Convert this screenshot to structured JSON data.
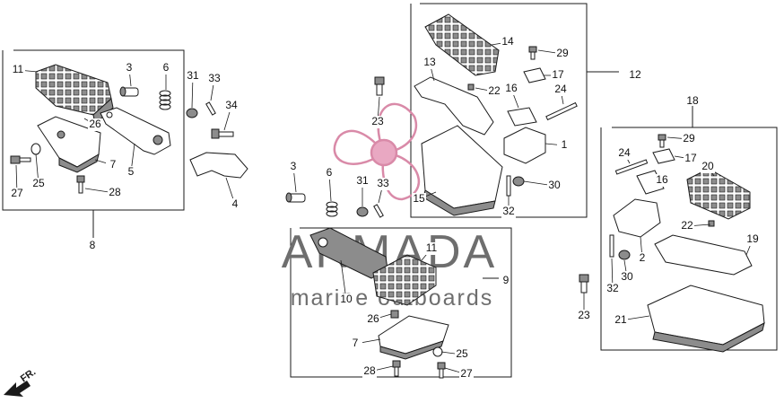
{
  "colors": {
    "line": "#1a1a1a",
    "part_fill": "#ffffff",
    "part_shade": "#8c8c8c",
    "watermark_text": "#6e6e6e",
    "watermark_logo": "#d98aa8"
  },
  "watermark": {
    "brand": "ARMADA",
    "tagline": "marine outboards"
  },
  "direction_label": "FR.",
  "groups": [
    {
      "id": "g-left",
      "label": "8",
      "callouts": [
        {
          "label": "11"
        },
        {
          "label": "3"
        },
        {
          "label": "6"
        },
        {
          "label": "31"
        },
        {
          "label": "33"
        },
        {
          "label": "34"
        },
        {
          "label": "26"
        },
        {
          "label": "5"
        },
        {
          "label": "7"
        },
        {
          "label": "4"
        },
        {
          "label": "27"
        },
        {
          "label": "25"
        },
        {
          "label": "28"
        }
      ]
    },
    {
      "id": "g-center",
      "label": "9",
      "callouts": [
        {
          "label": "3"
        },
        {
          "label": "6"
        },
        {
          "label": "31"
        },
        {
          "label": "33"
        },
        {
          "label": "11"
        },
        {
          "label": "10"
        },
        {
          "label": "26"
        },
        {
          "label": "7"
        },
        {
          "label": "25"
        },
        {
          "label": "28"
        },
        {
          "label": "27"
        }
      ]
    },
    {
      "id": "g-top-right",
      "label": "12",
      "callouts": [
        {
          "label": "14"
        },
        {
          "label": "29"
        },
        {
          "label": "13"
        },
        {
          "label": "17"
        },
        {
          "label": "22"
        },
        {
          "label": "16"
        },
        {
          "label": "24"
        },
        {
          "label": "23"
        },
        {
          "label": "1"
        },
        {
          "label": "30"
        },
        {
          "label": "15"
        },
        {
          "label": "32"
        }
      ]
    },
    {
      "id": "g-right",
      "label": "18",
      "callouts": [
        {
          "label": "29"
        },
        {
          "label": "24"
        },
        {
          "label": "17"
        },
        {
          "label": "20"
        },
        {
          "label": "16"
        },
        {
          "label": "22"
        },
        {
          "label": "2"
        },
        {
          "label": "19"
        },
        {
          "label": "30"
        },
        {
          "label": "32"
        },
        {
          "label": "23"
        },
        {
          "label": "21"
        }
      ]
    }
  ]
}
